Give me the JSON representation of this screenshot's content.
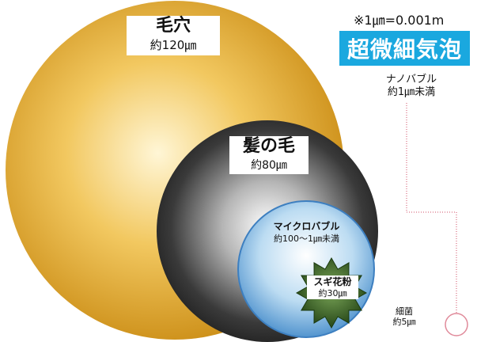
{
  "note": "※1㎛=0.001m",
  "nano": {
    "title": "超微細気泡",
    "name": "ナノバブル",
    "size": "約1㎛未満"
  },
  "pore": {
    "name": "毛穴",
    "size": "約120㎛"
  },
  "hair": {
    "name": "髪の毛",
    "size": "約80㎛"
  },
  "micro": {
    "name": "マイクロバブル",
    "size": "約100～1㎛未満"
  },
  "pollen": {
    "name": "スギ花粉",
    "size": "約30㎛"
  },
  "bacteria": {
    "name": "細菌",
    "size": "約5㎛"
  },
  "colors": {
    "pore": "#e9b23a",
    "hair": "#2b2b2b",
    "micro": "#6aa7d8",
    "pollen": "#2f5c1f",
    "nano_title_bg": "#1aa8df",
    "connector": "#e08a9a"
  }
}
